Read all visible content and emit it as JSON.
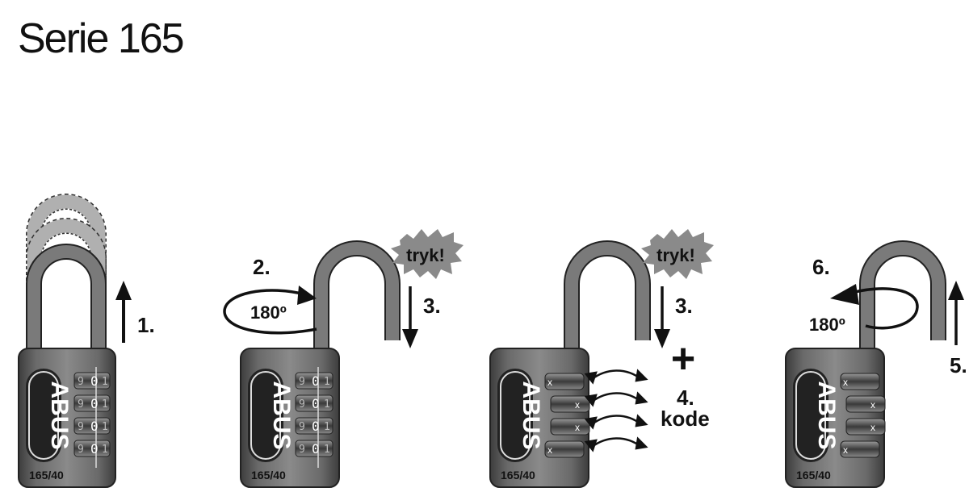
{
  "title": "Serie 165",
  "lock": {
    "brand": "ABUS",
    "model": "165/40"
  },
  "dial": {
    "left": "9",
    "center": "0",
    "right": "1",
    "mark": "x"
  },
  "steps": {
    "open": "1.",
    "rotate": "2.",
    "degrees": "180º",
    "press": "3.",
    "tryk": "tryk!",
    "plus": "+",
    "code_num": "4.",
    "code_word": "kode",
    "close": "5.",
    "rotate_back": "6."
  },
  "colors": {
    "body": "#5e5e5e",
    "shackle": "#6b6b6b",
    "badge": "#9a9a9a",
    "ghost": "#aaaaaa"
  }
}
